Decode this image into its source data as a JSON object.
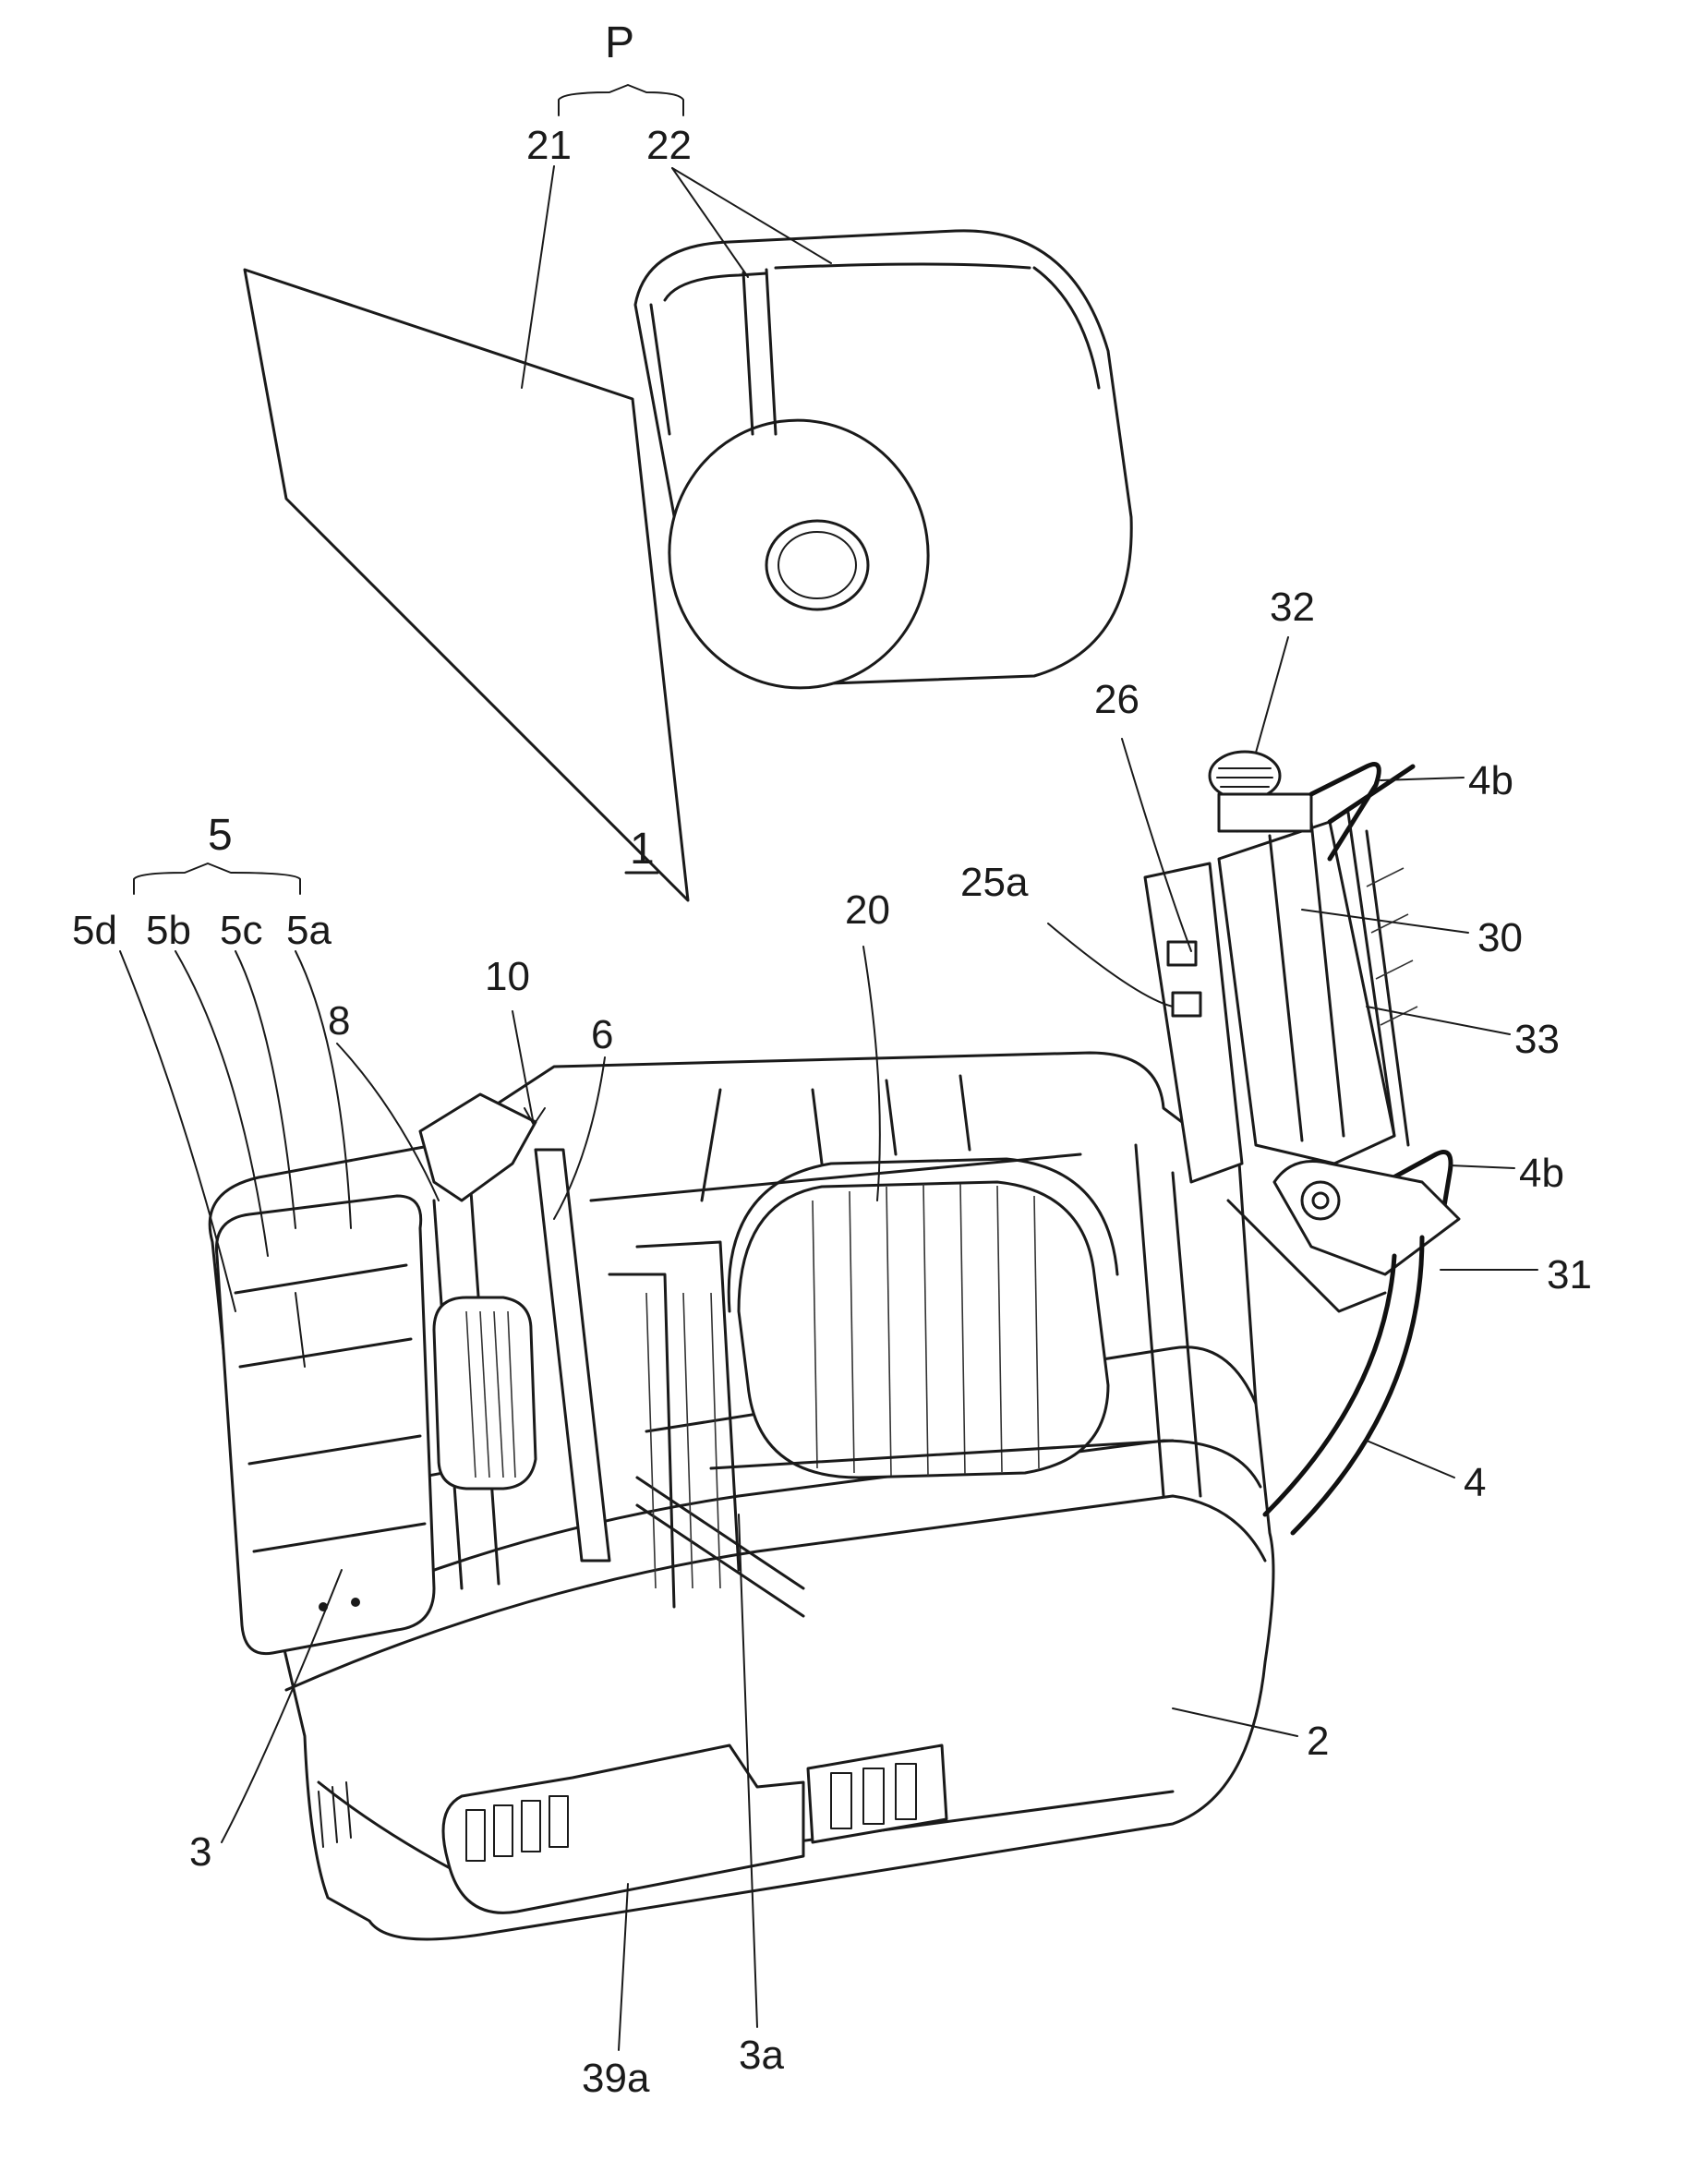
{
  "labels": {
    "P": "P",
    "roll_left": "21",
    "roll_right": "22",
    "group_5": "5",
    "l5d": "5d",
    "l5b": "5b",
    "l5c": "5c",
    "l5a": "5a",
    "l8": "8",
    "l10": "10",
    "l6": "6",
    "l1": "1",
    "l20": "20",
    "l25a": "25a",
    "l26": "26",
    "l32": "32",
    "l4b_top": "4b",
    "l30": "30",
    "l33": "33",
    "l4b_mid": "4b",
    "l31": "31",
    "l4": "4",
    "l2": "2",
    "l3": "3",
    "l3a": "3a",
    "l39a": "39a"
  }
}
